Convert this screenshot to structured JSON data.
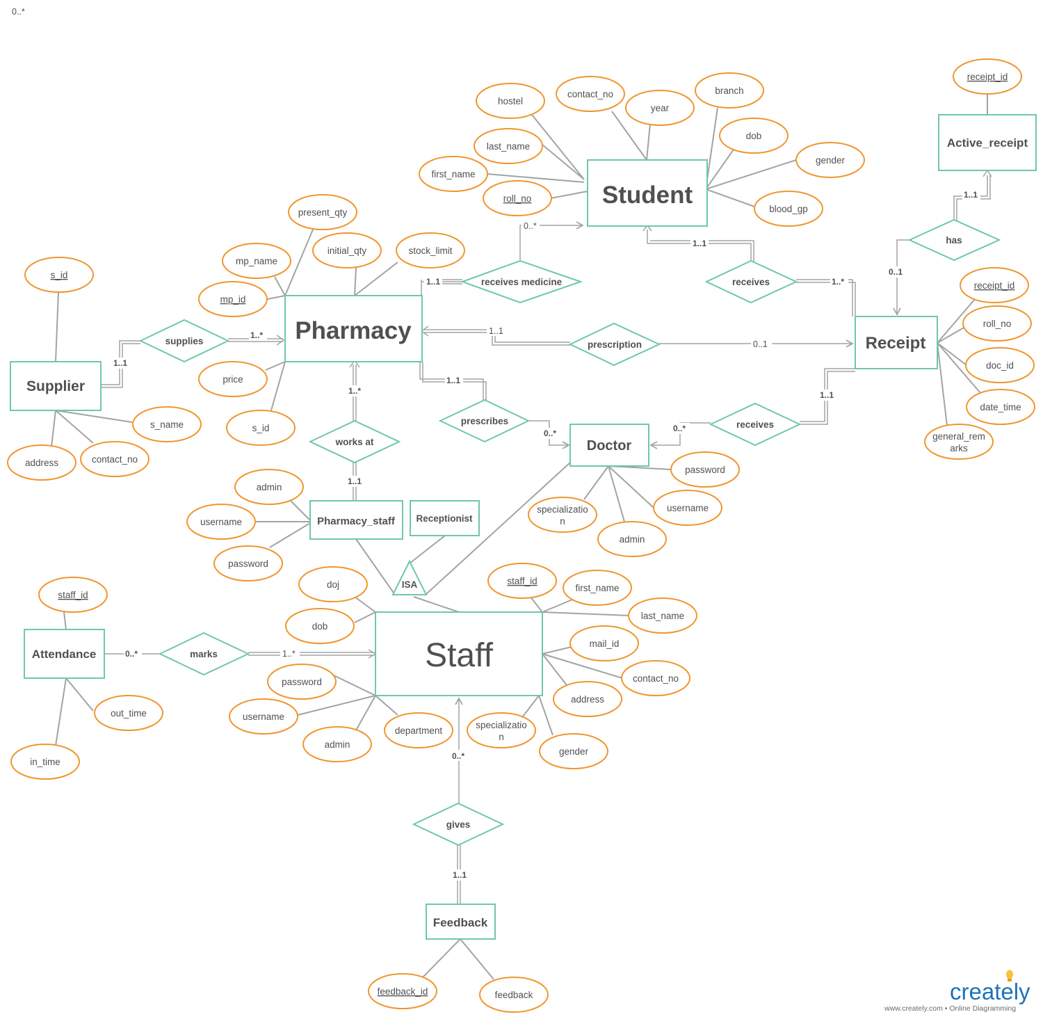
{
  "corner_label": "0..*",
  "entities": {
    "student": "Student",
    "pharmacy": "Pharmacy",
    "receipt": "Receipt",
    "active_receipt": "Active_receipt",
    "supplier": "Supplier",
    "doctor": "Doctor",
    "pharmacy_staff": "Pharmacy_staff",
    "receptionist": "Receptionist",
    "staff": "Staff",
    "attendance": "Attendance",
    "feedback": "Feedback"
  },
  "relationships": {
    "receives_medicine": "receives medicine",
    "receives_student": "receives",
    "has": "has",
    "supplies": "supplies",
    "prescription": "prescription",
    "prescribes": "prescribes",
    "receives_doctor": "receives",
    "works_at": "works at",
    "isa": "ISA",
    "marks": "marks",
    "gives": "gives"
  },
  "attributes": {
    "student": {
      "hostel": "hostel",
      "contact_no": "contact_no",
      "year": "year",
      "branch": "branch",
      "last_name": "last_name",
      "dob": "dob",
      "gender": "gender",
      "first_name": "first_name",
      "roll_no": "roll_no",
      "blood_gp": "blood_gp"
    },
    "pharmacy": {
      "present_qty": "present_qty",
      "mp_name": "mp_name",
      "initial_qty": "initial_qty",
      "stock_limit": "stock_limit",
      "mp_id": "mp_id",
      "price": "price",
      "s_id": "s_id"
    },
    "supplier": {
      "s_id": "s_id",
      "s_name": "s_name",
      "address": "address",
      "contact_no": "contact_no"
    },
    "receipt": {
      "receipt_id": "receipt_id",
      "roll_no": "roll_no",
      "doc_id": "doc_id",
      "date_time": "date_time",
      "general_remarks_1": "general_rem",
      "general_remarks_2": "arks"
    },
    "active_receipt": {
      "receipt_id": "receipt_id"
    },
    "doctor": {
      "password": "password",
      "specialization_1": "specializatio",
      "specialization_2": "n",
      "username": "username",
      "admin": "admin"
    },
    "pharmacy_staff": {
      "admin": "admin",
      "username": "username",
      "password": "password"
    },
    "staff": {
      "doj": "doj",
      "dob": "dob",
      "staff_id": "staff_id",
      "first_name": "first_name",
      "last_name": "last_name",
      "mail_id": "mail_id",
      "contact_no": "contact_no",
      "address": "address",
      "password": "password",
      "username": "username",
      "admin": "admin",
      "department": "department",
      "specialization_1": "specializatio",
      "specialization_2": "n",
      "gender": "gender"
    },
    "attendance": {
      "staff_id": "staff_id",
      "out_time": "out_time",
      "in_time": "in_time"
    },
    "feedback": {
      "feedback_id": "feedback_id",
      "feedback": "feedback"
    }
  },
  "cardinalities": {
    "rm_student": "0..*",
    "rm_pharmacy": "1..1",
    "rs_student": "1..1",
    "rs_receipt": "1..*",
    "has_active": "1..1",
    "has_receipt": "0..1",
    "sup_pharmacy": "1..*",
    "sup_supplier": "1..1",
    "presc_pharmacy": "1..1",
    "presc_receipt": "0..1",
    "pres_pharmacy": "1..1",
    "pres_doctor": "0..*",
    "rd_doctor": "0..*",
    "rd_receipt": "1..1",
    "wa_pharmacy": "1..*",
    "wa_staff": "1..1",
    "marks_attendance": "0..*",
    "marks_staff": "1..*",
    "gives_staff": "0..*",
    "gives_feedback": "1..1"
  },
  "branding": {
    "logo": "creately",
    "tagline": "www.creately.com • Online Diagramming",
    "logo_color": "#1e72b8",
    "bulb_color": "#f5c33b"
  },
  "colors": {
    "entity_border": "#6fc7a9",
    "attribute_border": "#f0962f",
    "line": "#a3a3a3",
    "text": "#505050"
  }
}
